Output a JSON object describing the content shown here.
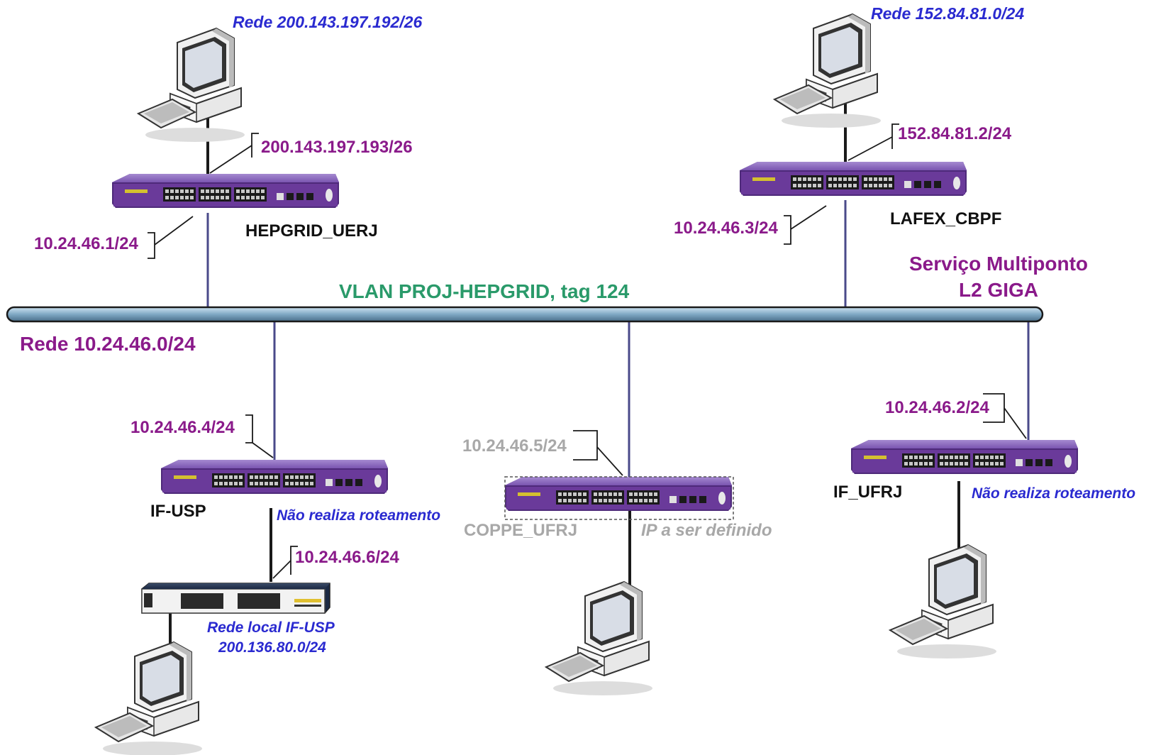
{
  "vlan": {
    "label": "VLAN PROJ-HEPGRID, tag 124",
    "network": "Rede 10.24.46.0/24"
  },
  "service": {
    "line1": "Serviço Multiponto",
    "line2": "L2 GIGA"
  },
  "nodes": {
    "hepgrid_uerj": {
      "name": "HEPGRID_UERJ",
      "lan": "Rede 200.143.197.192/26",
      "lan_ip": "200.143.197.193/26",
      "vlan_ip": "10.24.46.1/24"
    },
    "lafex_cbpf": {
      "name": "LAFEX_CBPF",
      "lan": "Rede 152.84.81.0/24",
      "lan_ip": "152.84.81.2/24",
      "vlan_ip": "10.24.46.3/24"
    },
    "if_usp": {
      "name": "IF-USP",
      "vlan_ip": "10.24.46.4/24",
      "note": "Não realiza roteamento",
      "router_ip": "10.24.46.6/24",
      "local_lan_line1": "Rede local IF-USP",
      "local_lan_line2": "200.136.80.0/24"
    },
    "coppe_ufrj": {
      "name": "COPPE_UFRJ",
      "vlan_ip": "10.24.46.5/24",
      "note": "IP a ser definido"
    },
    "if_ufrj": {
      "name": "IF_UFRJ",
      "vlan_ip": "10.24.46.2/24",
      "note": "Não realiza roteamento"
    }
  },
  "colors": {
    "switch": "#6a3a9a",
    "bus": "#8ab0c8",
    "ip_label": "#8a1a8a",
    "lan_label": "#2a2ad0",
    "vlan_label": "#2a9a6a",
    "undefined": "#a8a8a8"
  },
  "icons": [
    "computer-icon",
    "switch-icon",
    "router-icon"
  ]
}
